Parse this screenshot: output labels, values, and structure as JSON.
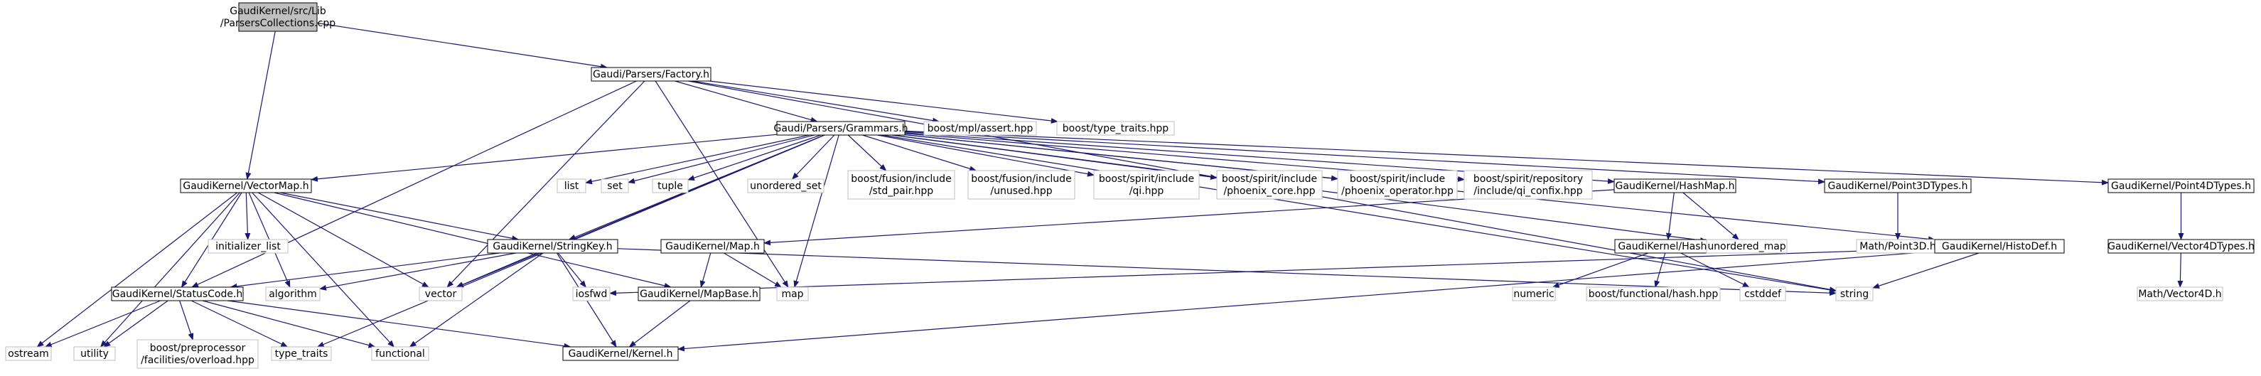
{
  "colors": {
    "root_fill": "#bfbfbf",
    "node_fill": "#ffffff",
    "node_border": "#000000",
    "external_border": "#bfbfbf",
    "edge": "#191970",
    "text": "#000000"
  },
  "nodes": [
    {
      "id": "root",
      "lines": [
        "GaudiKernel/src/Lib",
        "/ParsersCollections.cpp"
      ],
      "kind": "root"
    },
    {
      "id": "factory",
      "lines": [
        "Gaudi/Parsers/Factory.h"
      ],
      "kind": "header"
    },
    {
      "id": "grammars",
      "lines": [
        "Gaudi/Parsers/Grammars.h"
      ],
      "kind": "header"
    },
    {
      "id": "mpl_assert",
      "lines": [
        "boost/mpl/assert.hpp"
      ],
      "kind": "external"
    },
    {
      "id": "bt_type_traits",
      "lines": [
        "boost/type_traits.hpp"
      ],
      "kind": "external"
    },
    {
      "id": "vectormap",
      "lines": [
        "GaudiKernel/VectorMap.h"
      ],
      "kind": "header"
    },
    {
      "id": "initializer_list",
      "lines": [
        "initializer_list"
      ],
      "kind": "external"
    },
    {
      "id": "stringkey",
      "lines": [
        "GaudiKernel/StringKey.h"
      ],
      "kind": "header"
    },
    {
      "id": "statuscode",
      "lines": [
        "GaudiKernel/StatusCode.h"
      ],
      "kind": "header"
    },
    {
      "id": "algorithm",
      "lines": [
        "algorithm"
      ],
      "kind": "external"
    },
    {
      "id": "vector",
      "lines": [
        "vector"
      ],
      "kind": "external"
    },
    {
      "id": "list",
      "lines": [
        "list"
      ],
      "kind": "external"
    },
    {
      "id": "set",
      "lines": [
        "set"
      ],
      "kind": "external"
    },
    {
      "id": "tuple",
      "lines": [
        "tuple"
      ],
      "kind": "external"
    },
    {
      "id": "unordered_set",
      "lines": [
        "unordered_set"
      ],
      "kind": "external"
    },
    {
      "id": "fusion_pair",
      "lines": [
        "boost/fusion/include",
        "/std_pair.hpp"
      ],
      "kind": "external"
    },
    {
      "id": "fusion_unused",
      "lines": [
        "boost/fusion/include",
        "/unused.hpp"
      ],
      "kind": "external"
    },
    {
      "id": "spirit_qi",
      "lines": [
        "boost/spirit/include",
        "/qi.hpp"
      ],
      "kind": "external"
    },
    {
      "id": "phoenix_core",
      "lines": [
        "boost/spirit/include",
        "/phoenix_core.hpp"
      ],
      "kind": "external"
    },
    {
      "id": "phoenix_operator",
      "lines": [
        "boost/spirit/include",
        "/phoenix_operator.hpp"
      ],
      "kind": "external"
    },
    {
      "id": "qi_confix",
      "lines": [
        "boost/spirit/repository",
        "/include/qi_confix.hpp"
      ],
      "kind": "external"
    },
    {
      "id": "hashmap",
      "lines": [
        "GaudiKernel/HashMap.h"
      ],
      "kind": "header"
    },
    {
      "id": "point3d_types",
      "lines": [
        "GaudiKernel/Point3DTypes.h"
      ],
      "kind": "header"
    },
    {
      "id": "point4d_types",
      "lines": [
        "GaudiKernel/Point4DTypes.h"
      ],
      "kind": "header"
    },
    {
      "id": "map_h",
      "lines": [
        "GaudiKernel/Map.h"
      ],
      "kind": "header"
    },
    {
      "id": "mapbase",
      "lines": [
        "GaudiKernel/MapBase.h"
      ],
      "kind": "header"
    },
    {
      "id": "map",
      "lines": [
        "map"
      ],
      "kind": "external"
    },
    {
      "id": "iosfwd",
      "lines": [
        "iosfwd"
      ],
      "kind": "external"
    },
    {
      "id": "hash_h",
      "lines": [
        "GaudiKernel/Hash.h"
      ],
      "kind": "header"
    },
    {
      "id": "unordered_map",
      "lines": [
        "unordered_map"
      ],
      "kind": "external"
    },
    {
      "id": "numeric",
      "lines": [
        "numeric"
      ],
      "kind": "external"
    },
    {
      "id": "bf_hash",
      "lines": [
        "boost/functional/hash.hpp"
      ],
      "kind": "external"
    },
    {
      "id": "cstddef",
      "lines": [
        "cstddef"
      ],
      "kind": "external"
    },
    {
      "id": "math_point3d",
      "lines": [
        "Math/Point3D.h"
      ],
      "kind": "external"
    },
    {
      "id": "histodef",
      "lines": [
        "GaudiKernel/HistoDef.h"
      ],
      "kind": "header"
    },
    {
      "id": "string",
      "lines": [
        "string"
      ],
      "kind": "external"
    },
    {
      "id": "vector4d_types",
      "lines": [
        "GaudiKernel/Vector4DTypes.h"
      ],
      "kind": "header"
    },
    {
      "id": "math_vector4d",
      "lines": [
        "Math/Vector4D.h"
      ],
      "kind": "external"
    },
    {
      "id": "ostream",
      "lines": [
        "ostream"
      ],
      "kind": "external"
    },
    {
      "id": "utility",
      "lines": [
        "utility"
      ],
      "kind": "external"
    },
    {
      "id": "bp_overload",
      "lines": [
        "boost/preprocessor",
        "/facilities/overload.hpp"
      ],
      "kind": "external"
    },
    {
      "id": "type_traits",
      "lines": [
        "type_traits"
      ],
      "kind": "external"
    },
    {
      "id": "functional",
      "lines": [
        "functional"
      ],
      "kind": "external"
    },
    {
      "id": "kernel",
      "lines": [
        "GaudiKernel/Kernel.h"
      ],
      "kind": "header"
    }
  ],
  "edges": [
    [
      "root",
      "factory"
    ],
    [
      "root",
      "vectormap"
    ],
    [
      "factory",
      "grammars"
    ],
    [
      "factory",
      "mpl_assert"
    ],
    [
      "factory",
      "bt_type_traits"
    ],
    [
      "factory",
      "statuscode"
    ],
    [
      "factory",
      "vector"
    ],
    [
      "factory",
      "map"
    ],
    [
      "factory",
      "string"
    ],
    [
      "grammars",
      "vectormap"
    ],
    [
      "grammars",
      "stringkey"
    ],
    [
      "grammars",
      "vector"
    ],
    [
      "grammars",
      "list"
    ],
    [
      "grammars",
      "set"
    ],
    [
      "grammars",
      "tuple"
    ],
    [
      "grammars",
      "unordered_set"
    ],
    [
      "grammars",
      "fusion_pair"
    ],
    [
      "grammars",
      "fusion_unused"
    ],
    [
      "grammars",
      "spirit_qi"
    ],
    [
      "grammars",
      "phoenix_core"
    ],
    [
      "grammars",
      "phoenix_operator"
    ],
    [
      "grammars",
      "qi_confix"
    ],
    [
      "grammars",
      "hashmap"
    ],
    [
      "grammars",
      "point3d_types"
    ],
    [
      "grammars",
      "point4d_types"
    ],
    [
      "grammars",
      "histodef"
    ],
    [
      "grammars",
      "map"
    ],
    [
      "grammars",
      "unordered_map"
    ],
    [
      "grammars",
      "string"
    ],
    [
      "grammars",
      "type_traits"
    ],
    [
      "vectormap",
      "initializer_list"
    ],
    [
      "vectormap",
      "stringkey"
    ],
    [
      "vectormap",
      "statuscode"
    ],
    [
      "vectormap",
      "algorithm"
    ],
    [
      "vectormap",
      "vector"
    ],
    [
      "vectormap",
      "mapbase"
    ],
    [
      "vectormap",
      "ostream"
    ],
    [
      "vectormap",
      "utility"
    ],
    [
      "vectormap",
      "functional"
    ],
    [
      "stringkey",
      "statuscode"
    ],
    [
      "stringkey",
      "algorithm"
    ],
    [
      "stringkey",
      "vector"
    ],
    [
      "stringkey",
      "iosfwd"
    ],
    [
      "stringkey",
      "string"
    ],
    [
      "stringkey",
      "functional"
    ],
    [
      "stringkey",
      "kernel"
    ],
    [
      "statuscode",
      "ostream"
    ],
    [
      "statuscode",
      "utility"
    ],
    [
      "statuscode",
      "bp_overload"
    ],
    [
      "statuscode",
      "type_traits"
    ],
    [
      "statuscode",
      "functional"
    ],
    [
      "statuscode",
      "kernel"
    ],
    [
      "hashmap",
      "map_h"
    ],
    [
      "hashmap",
      "hash_h"
    ],
    [
      "hashmap",
      "unordered_map"
    ],
    [
      "map_h",
      "mapbase"
    ],
    [
      "map_h",
      "map"
    ],
    [
      "mapbase",
      "kernel"
    ],
    [
      "hash_h",
      "numeric"
    ],
    [
      "hash_h",
      "bf_hash"
    ],
    [
      "hash_h",
      "cstddef"
    ],
    [
      "point3d_types",
      "math_point3d"
    ],
    [
      "histodef",
      "iosfwd"
    ],
    [
      "histodef",
      "string"
    ],
    [
      "histodef",
      "kernel"
    ],
    [
      "point4d_types",
      "vector4d_types"
    ],
    [
      "vector4d_types",
      "math_vector4d"
    ]
  ]
}
